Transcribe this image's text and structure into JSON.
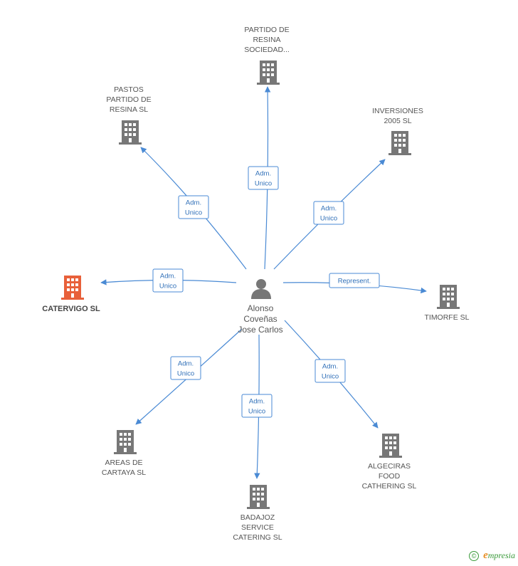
{
  "colors": {
    "edge": "#4a8ad4",
    "building": "#777777",
    "building_highlight": "#e8603a",
    "person": "#777777"
  },
  "center": {
    "icon": "person-icon",
    "label_lines": [
      "Alonso",
      "Coveñas",
      "Jose Carlos"
    ]
  },
  "nodes": [
    {
      "id": "partido-resina-sociedad",
      "icon": "building-icon",
      "highlight": false,
      "label_lines": [
        "PARTIDO DE",
        "RESINA",
        "SOCIEDAD..."
      ],
      "relation_lines": [
        "Adm.",
        "Unico"
      ]
    },
    {
      "id": "pastos-partido-resina",
      "icon": "building-icon",
      "highlight": false,
      "label_lines": [
        "PASTOS",
        "PARTIDO DE",
        "RESINA SL"
      ],
      "relation_lines": [
        "Adm.",
        "Unico"
      ]
    },
    {
      "id": "inversiones-2005",
      "icon": "building-icon",
      "highlight": false,
      "label_lines": [
        "INVERSIONES",
        "2005 SL"
      ],
      "relation_lines": [
        "Adm.",
        "Unico"
      ]
    },
    {
      "id": "catervigo",
      "icon": "building-icon",
      "highlight": true,
      "label_lines": [
        "CATERVIGO SL"
      ],
      "relation_lines": [
        "Adm.",
        "Unico"
      ]
    },
    {
      "id": "timorfe",
      "icon": "building-icon",
      "highlight": false,
      "label_lines": [
        "TIMORFE SL"
      ],
      "relation_lines": [
        "Represent."
      ]
    },
    {
      "id": "areas-cartaya",
      "icon": "building-icon",
      "highlight": false,
      "label_lines": [
        "AREAS DE",
        "CARTAYA SL"
      ],
      "relation_lines": [
        "Adm.",
        "Unico"
      ]
    },
    {
      "id": "badajoz-service",
      "icon": "building-icon",
      "highlight": false,
      "label_lines": [
        "BADAJOZ",
        "SERVICE",
        "CATERING SL"
      ],
      "relation_lines": [
        "Adm.",
        "Unico"
      ]
    },
    {
      "id": "algeciras-food",
      "icon": "building-icon",
      "highlight": false,
      "label_lines": [
        "ALGECIRAS",
        "FOOD",
        "CATHERING SL"
      ],
      "relation_lines": [
        "Adm.",
        "Unico"
      ]
    }
  ],
  "watermark": {
    "copyright": "©",
    "brand_initial": "e",
    "brand_rest": "mpresia"
  }
}
